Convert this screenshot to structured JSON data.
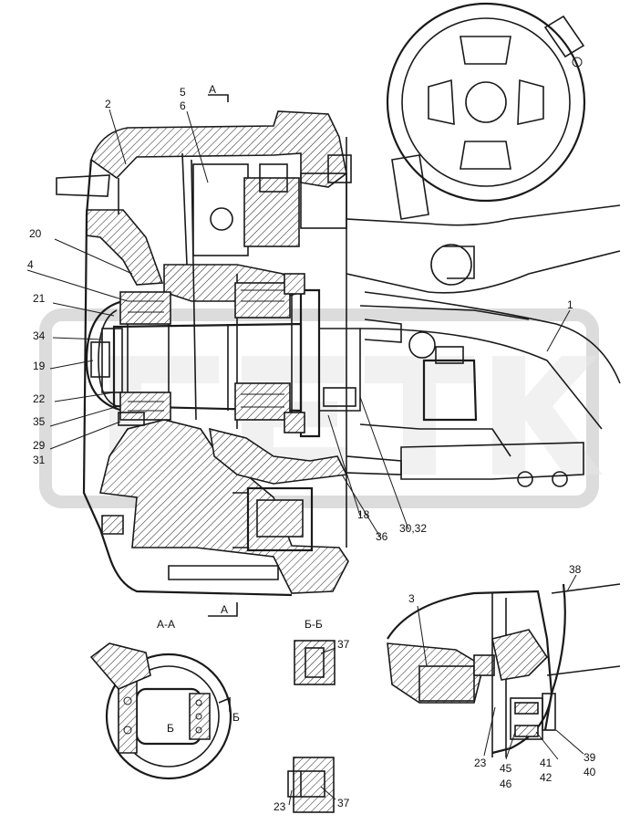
{
  "figure": {
    "section_titles": {
      "aa": "А-А",
      "bb": "Б-Б"
    },
    "section_marks": {
      "a_top": "А",
      "a_bottom": "А",
      "b_mark": "Б",
      "b_inner": "Б"
    },
    "callouts": {
      "c1": "1",
      "c2": "2",
      "c3": "3",
      "c4": "4",
      "c5": "5",
      "c6": "6",
      "c18": "18",
      "c19": "19",
      "c20": "20",
      "c21": "21",
      "c22": "22",
      "c23a": "23",
      "c23b": "23",
      "c29": "29",
      "c30_32": "30,32",
      "c31": "31",
      "c34": "34",
      "c35": "35",
      "c36": "36",
      "c37a": "37",
      "c37b": "37",
      "c38": "38",
      "c39": "39",
      "c40": "40",
      "c41": "41",
      "c42": "42",
      "c45": "45",
      "c46": "46"
    }
  }
}
